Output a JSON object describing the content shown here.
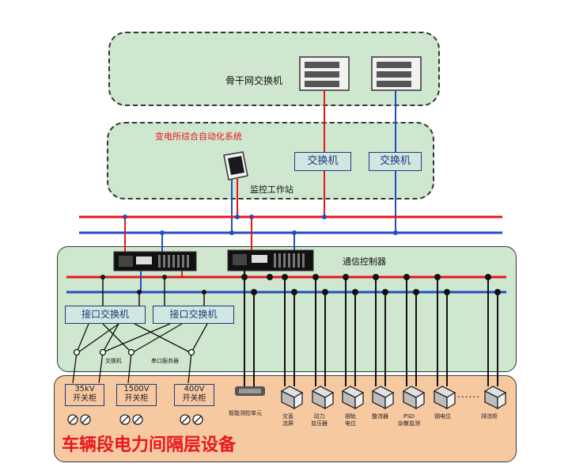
{
  "backbone": {
    "label": "骨干网交换机"
  },
  "substation": {
    "title": "变电所综合自动化系统",
    "switch_a": "交换机",
    "switch_b": "交换机",
    "workstation": "监控工作站"
  },
  "comm": {
    "controller_label": "通信控制器",
    "interface_switch_a": "接口交换机",
    "interface_switch_b": "接口交换机",
    "tag_switch": "交换机",
    "tag_serial_server": "串口服务器"
  },
  "equipment": {
    "title": "车辆段电力间隔层设备",
    "switchgear": [
      {
        "line1": "35kV",
        "line2": "开关柜"
      },
      {
        "line1": "1500V",
        "line2": "开关柜"
      },
      {
        "line1": "400V",
        "line2": "开关柜"
      }
    ],
    "device_labels": [
      {
        "l1": "智能测控单元",
        "l2": ""
      },
      {
        "l1": "交直",
        "l2": "流屏"
      },
      {
        "l1": "动力",
        "l2": "变压器"
      },
      {
        "l1": "钢轨",
        "l2": "电位"
      },
      {
        "l1": "整流器",
        "l2": ""
      },
      {
        "l1": "PSD",
        "l2": "杂散监测"
      },
      {
        "l1": "钢电位",
        "l2": ""
      },
      {
        "l1": "......",
        "l2": ""
      },
      {
        "l1": "排流柜",
        "l2": ""
      }
    ]
  },
  "colors": {
    "red_bus": "#e8161b",
    "blue_bus": "#1f4fbf",
    "zone_green": "#cfe7cf",
    "zone_orange": "#f7c9a1"
  }
}
